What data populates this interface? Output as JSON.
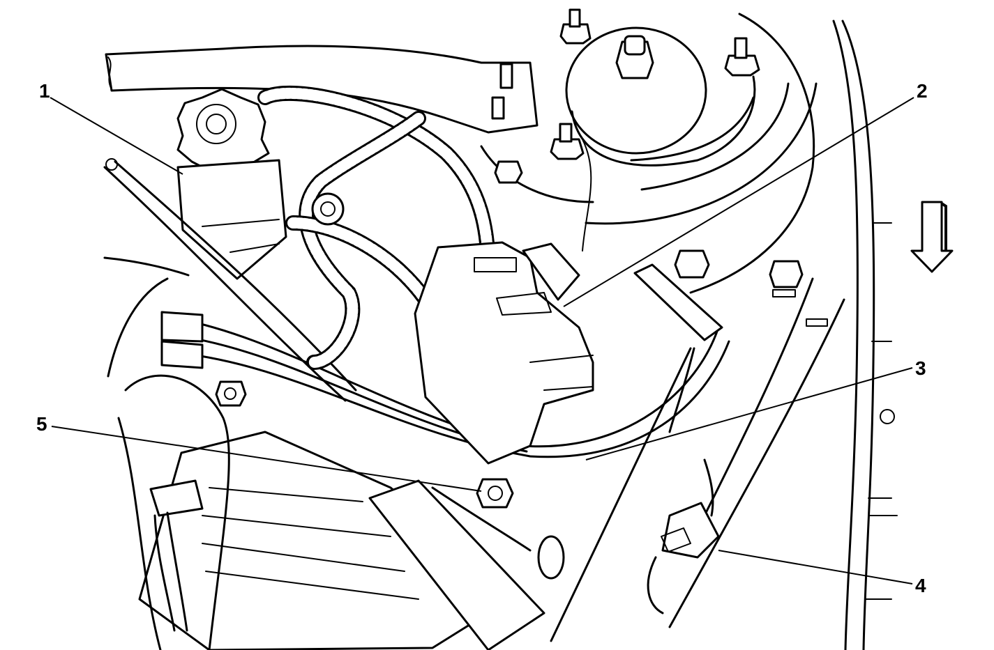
{
  "figure": {
    "callouts": [
      {
        "id": "1",
        "label": "1"
      },
      {
        "id": "2",
        "label": "2"
      },
      {
        "id": "3",
        "label": "3"
      },
      {
        "id": "4",
        "label": "4"
      },
      {
        "id": "5",
        "label": "5"
      }
    ],
    "icons": {
      "direction_arrow": "down-arrow-icon"
    }
  }
}
